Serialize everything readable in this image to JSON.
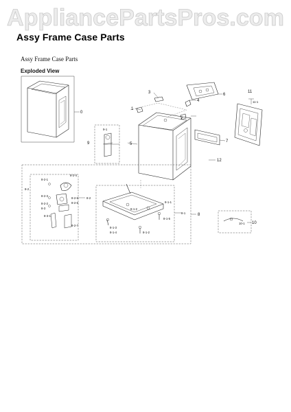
{
  "watermark": {
    "text": "AppliancePartsPros.com"
  },
  "page_title": "Assy Frame Case Parts",
  "doc_subtitle": "Assy Frame Case Parts",
  "section_heading": "Exploded View",
  "callouts": {
    "c0": "0",
    "c1": "1",
    "c2": "2",
    "c3": "3",
    "c4": "4",
    "c5": "5",
    "c6": "6",
    "c7": "7",
    "c8": "8",
    "c9": "9",
    "c10": "10",
    "c11": "11",
    "c11_1": "11-1",
    "c12": "12",
    "c8_1": "8-1",
    "c8_1_1": "8-1-1",
    "c8_1_2": "8-1-2",
    "c8_1_3": "8-1-3",
    "c8_1_4": "8-1-4",
    "c8_1_5": "8-1-5",
    "c8_2": "8-2",
    "c8_2_1": "8-2-1",
    "c8_2_2": "8-2-2",
    "c8_2_3": "8-2-3",
    "c8_2_4": "8-2-4",
    "c8_2_5": "8-2-5",
    "c8_2_6": "8-2-6",
    "c8_2_7": "8-2-7",
    "c8_3": "8-3",
    "c8_3_1": "8-3-1",
    "c10_1": "10-1",
    "c9_1": "9-1"
  },
  "colors": {
    "line": "#222222",
    "watermark": "#d9d9d9",
    "dash": "#555555"
  }
}
